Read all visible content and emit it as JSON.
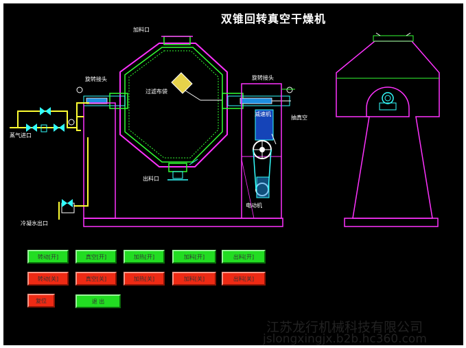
{
  "title": "双锥回转真空干燥机",
  "labels": {
    "feed_inlet": "加料口",
    "rotary_joint_left": "旋转接头",
    "rotary_joint_right": "旋转接头",
    "filter_bag": "过滤布袋",
    "reducer": "减速机",
    "vacuum": "抽真空",
    "steam_inlet": "蒸气进口",
    "discharge": "出料口",
    "motor": "电动机",
    "condensate_outlet": "冷凝水出口"
  },
  "buttons": {
    "rotate_on": "转动[开]",
    "vacuum_on": "真空[开]",
    "heat_on": "加热[开]",
    "feed_on": "加料[开]",
    "discharge_on": "出料[开]",
    "rotate_off": "转动[关]",
    "vacuum_off": "真空[关]",
    "heat_off": "加热[关]",
    "feed_off": "加料[关]",
    "discharge_off": "出料[关]",
    "reset": "复位",
    "exit": "退 出"
  },
  "watermark": {
    "company": "江苏龙行机械科技有限公司",
    "website": "jslongxingjx.b2b.hc360.com"
  },
  "colors": {
    "background": "#000000",
    "shell": "#ff33ff",
    "jacket": "#33ff33",
    "steam_pipe": "#ffff33",
    "shaft": "#33ffff",
    "button_on": "#22dd22",
    "button_off": "#ee2a14"
  }
}
